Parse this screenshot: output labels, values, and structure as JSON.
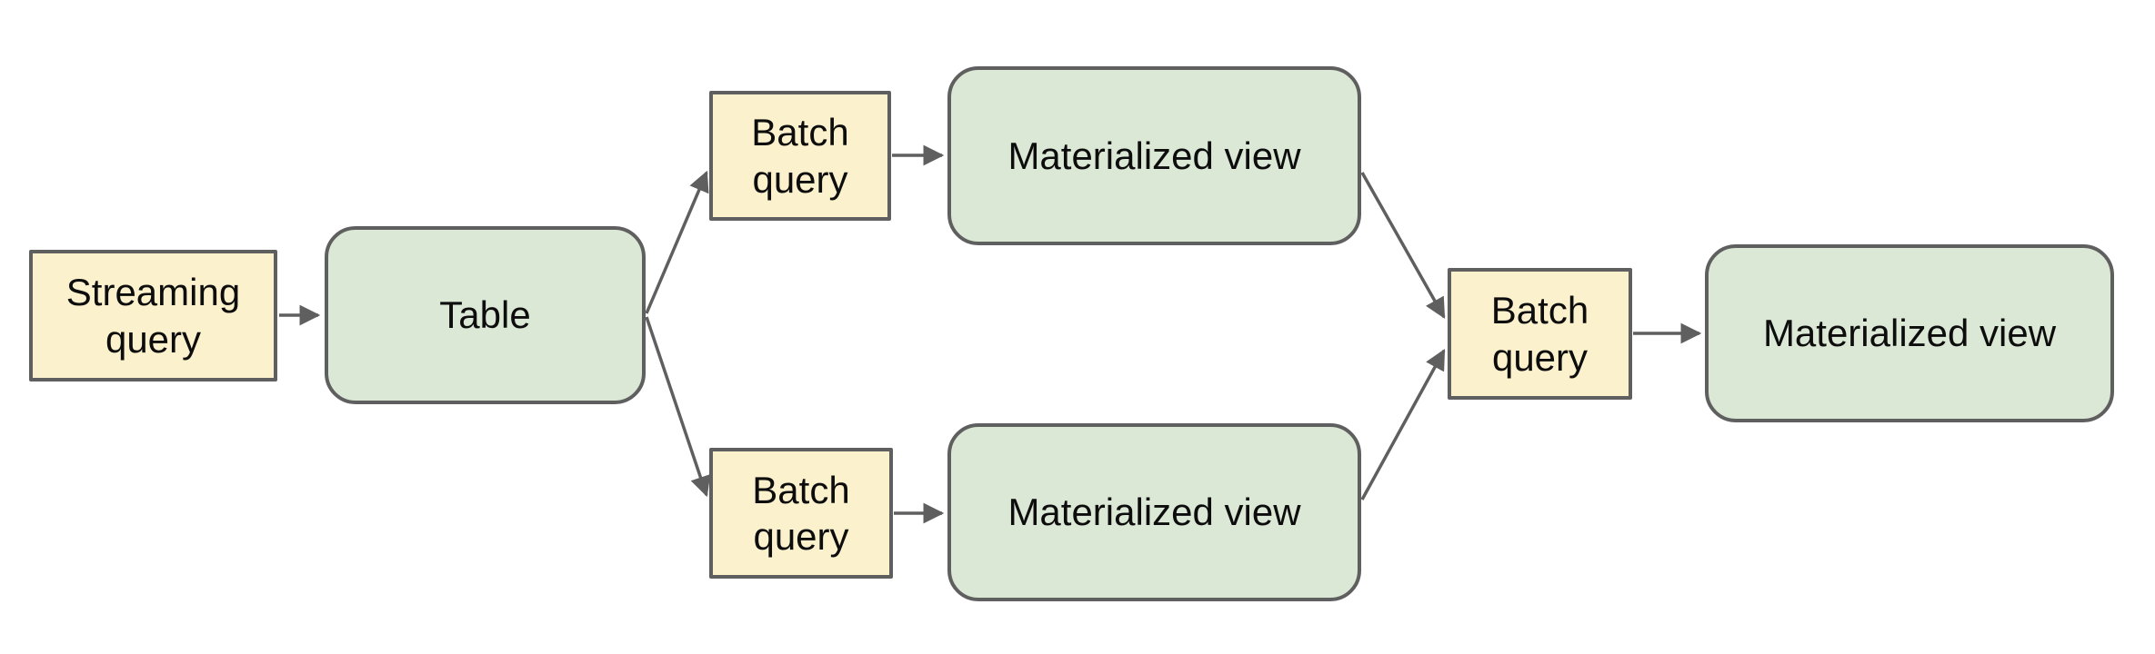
{
  "diagram": {
    "nodes": [
      {
        "id": "streaming-query",
        "label": "Streaming query",
        "kind": "query"
      },
      {
        "id": "table",
        "label": "Table",
        "kind": "store"
      },
      {
        "id": "batch-query-top",
        "label": "Batch query",
        "kind": "query"
      },
      {
        "id": "materialized-view-top",
        "label": "Materialized view",
        "kind": "store"
      },
      {
        "id": "batch-query-bottom",
        "label": "Batch query",
        "kind": "query"
      },
      {
        "id": "materialized-view-bottom",
        "label": "Materialized view",
        "kind": "store"
      },
      {
        "id": "batch-query-merge",
        "label": "Batch query",
        "kind": "query"
      },
      {
        "id": "materialized-view-final",
        "label": "Materialized view",
        "kind": "store"
      }
    ],
    "edges": [
      {
        "from": "streaming-query",
        "to": "table"
      },
      {
        "from": "table",
        "to": "batch-query-top"
      },
      {
        "from": "table",
        "to": "batch-query-bottom"
      },
      {
        "from": "batch-query-top",
        "to": "materialized-view-top"
      },
      {
        "from": "batch-query-bottom",
        "to": "materialized-view-bottom"
      },
      {
        "from": "materialized-view-top",
        "to": "batch-query-merge"
      },
      {
        "from": "materialized-view-bottom",
        "to": "batch-query-merge"
      },
      {
        "from": "batch-query-merge",
        "to": "materialized-view-final"
      }
    ],
    "colors": {
      "query_fill": "#fbf1cd",
      "store_fill": "#dbe8d5",
      "stroke": "#5f5f5f",
      "text": "#0d0d0d",
      "background": "#ffffff"
    }
  }
}
